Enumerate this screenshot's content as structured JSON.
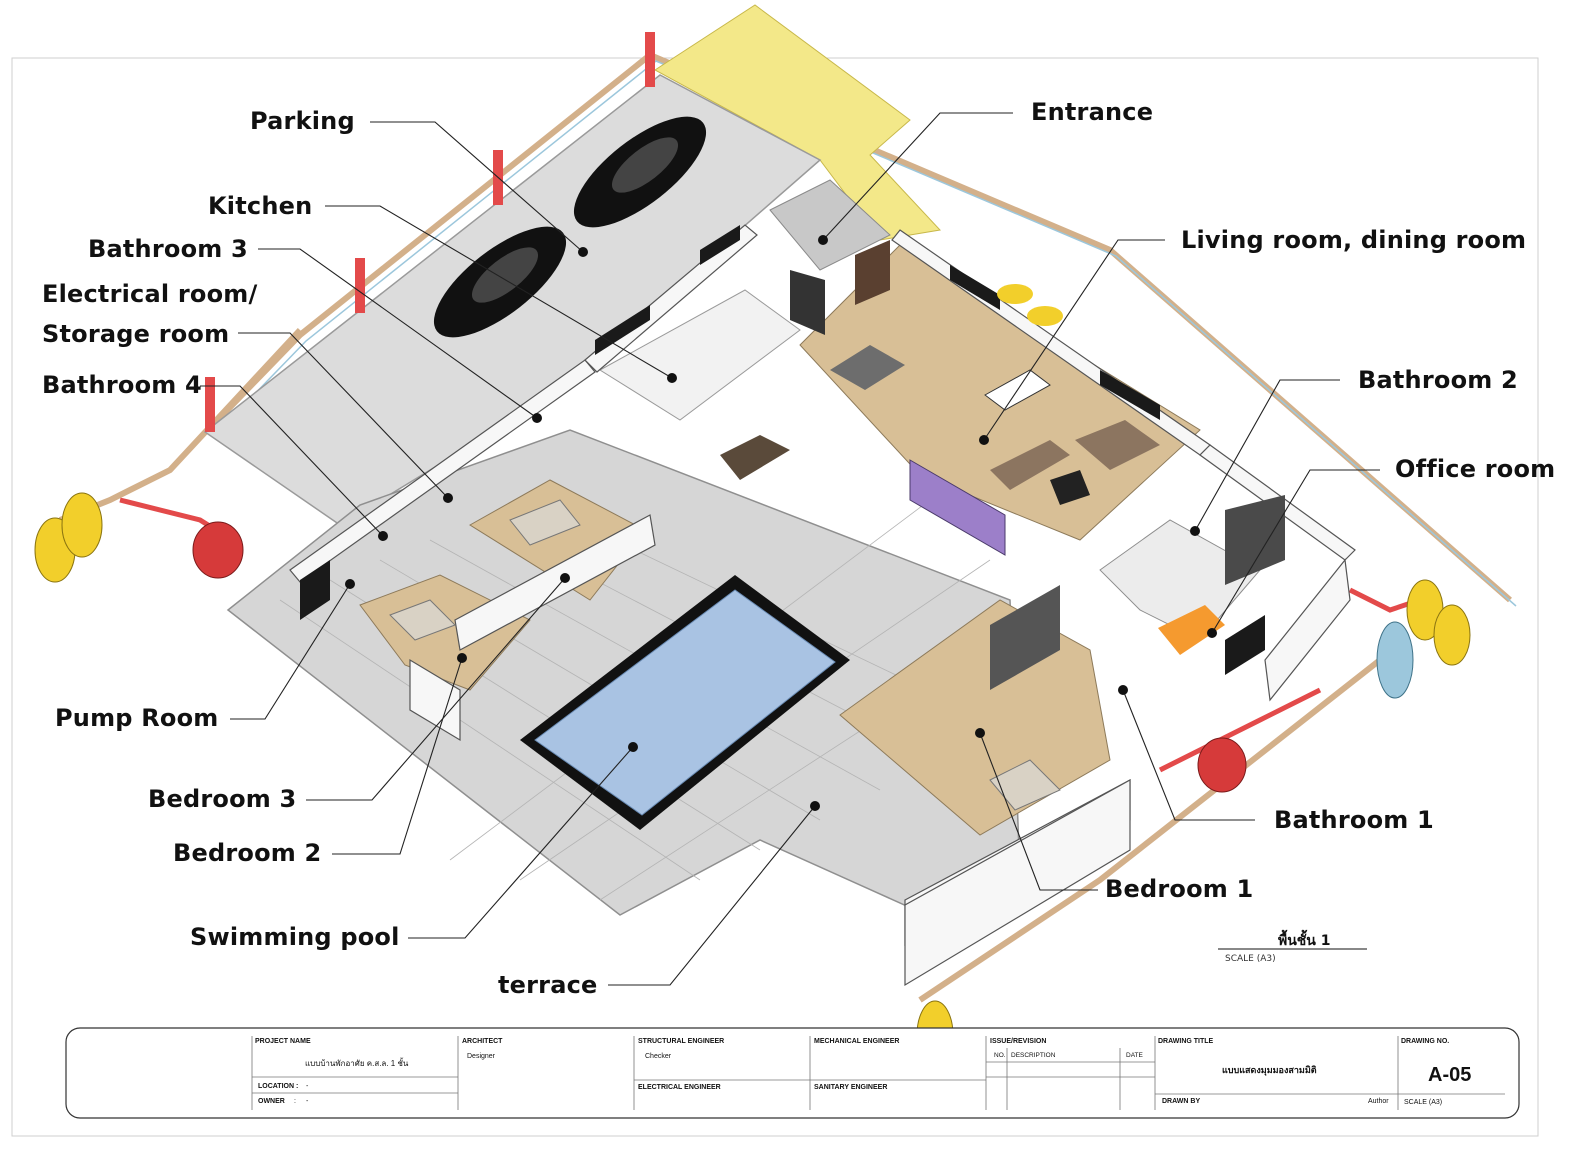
{
  "labels": {
    "parking": "Parking",
    "kitchen": "Kitchen",
    "bathroom3": "Bathroom 3",
    "electrical_line1": "Electrical room/",
    "electrical_line2": "Storage room",
    "bathroom4": "Bathroom 4",
    "pump_room": "Pump Room",
    "bedroom3": "Bedroom 3",
    "bedroom2": "Bedroom 2",
    "swimming_pool": "Swimming pool",
    "terrace": "terrace",
    "entrance": "Entrance",
    "living_dining": "Living room, dining room",
    "bathroom2": "Bathroom 2",
    "office_room": "Office room",
    "bathroom1": "Bathroom 1",
    "bedroom1": "Bedroom 1"
  },
  "plan_caption": {
    "title": "พื้นชั้น 1",
    "scale": "SCALE (A3)"
  },
  "title_block": {
    "project_name_header": "PROJECT NAME",
    "project_name_value": "แบบบ้านพักอาศัย ค.ส.ล. 1 ชั้น",
    "location_label": "LOCATION :",
    "location_value": "-",
    "owner_label": "OWNER",
    "owner_colon": ":",
    "owner_value": "-",
    "architect_header": "ARCHITECT",
    "architect_value": "Designer",
    "structural_header": "STRUCTURAL ENGINEER",
    "structural_value": "Checker",
    "electrical_header": "ELECTRICAL ENGINEER",
    "mechanical_header": "MECHANICAL ENGINEER",
    "sanitary_header": "SANITARY ENGINEER",
    "issue_header": "ISSUE/REVISION",
    "col_no": "NO.",
    "col_description": "DESCRIPTION",
    "col_date": "DATE",
    "drawing_title_header": "DRAWING TITLE",
    "drawing_title_value": "แบบแสดงมุมมองสามมิติ",
    "drawn_by_label": "DRAWN BY",
    "drawn_by_value": "Author",
    "drawing_no_header": "DRAWING NO.",
    "drawing_no_value": "A-05",
    "scale_label": "SCALE (A3)"
  },
  "colors": {
    "floor_wood": "#d8bf96",
    "floor_grey": "#d6d6d6",
    "parking_grey": "#dcdcdc",
    "entrance_yellow": "#f3e889",
    "pool_water": "#a9c3e3",
    "pool_edge": "#111111",
    "tank_yellow": "#f2cf2b",
    "tank_red": "#d63a3a",
    "tank_blue": "#9cc7dc",
    "pipe_red": "#e34a4a",
    "pipe_tan": "#d3b08a",
    "window_purple": "#9c7fc9",
    "leader_line": "#222222"
  }
}
